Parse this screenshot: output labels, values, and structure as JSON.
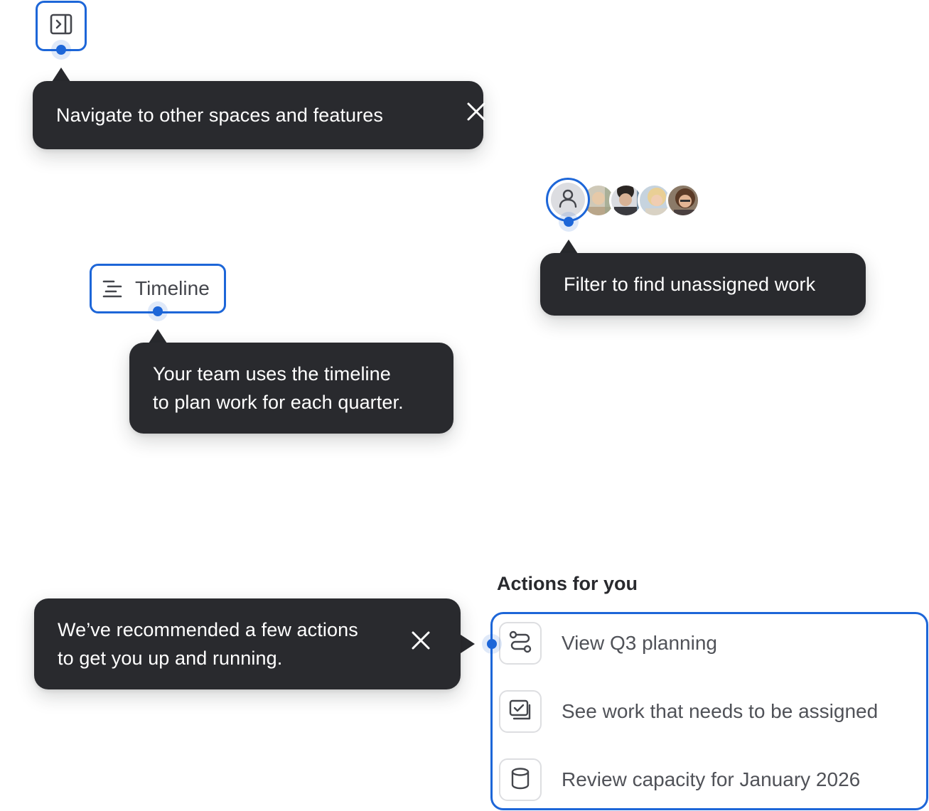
{
  "sidebar_toggle": {
    "icon": "sidebar-expand-icon"
  },
  "tour_nav": {
    "message": "Navigate to other spaces and features",
    "close_icon": "close-icon"
  },
  "timeline": {
    "label": "Timeline",
    "icon": "timeline-icon"
  },
  "tour_timeline": {
    "line1": "Your team uses the timeline",
    "line2": "to plan work for each quarter."
  },
  "assignee_filter": {
    "icon": "person-icon",
    "avatars": [
      "avatar-1",
      "avatar-2",
      "avatar-3",
      "avatar-4"
    ]
  },
  "tour_filter": {
    "message": "Filter to find unassigned work"
  },
  "tour_actions": {
    "line1": "We’ve recommended a few actions",
    "line2": "to get you up and running.",
    "close_icon": "close-icon"
  },
  "actions": {
    "title": "Actions for you",
    "items": [
      {
        "label": "View Q3 planning",
        "icon": "roadmap-icon"
      },
      {
        "label": "See work that needs to be assigned",
        "icon": "tasks-icon"
      },
      {
        "label": "Review capacity for January 2026",
        "icon": "database-icon"
      }
    ]
  },
  "colors": {
    "accent": "#1d66d8",
    "tooltip_bg": "#292a2e",
    "text": "#292a2e",
    "subtle_text": "#505258"
  }
}
